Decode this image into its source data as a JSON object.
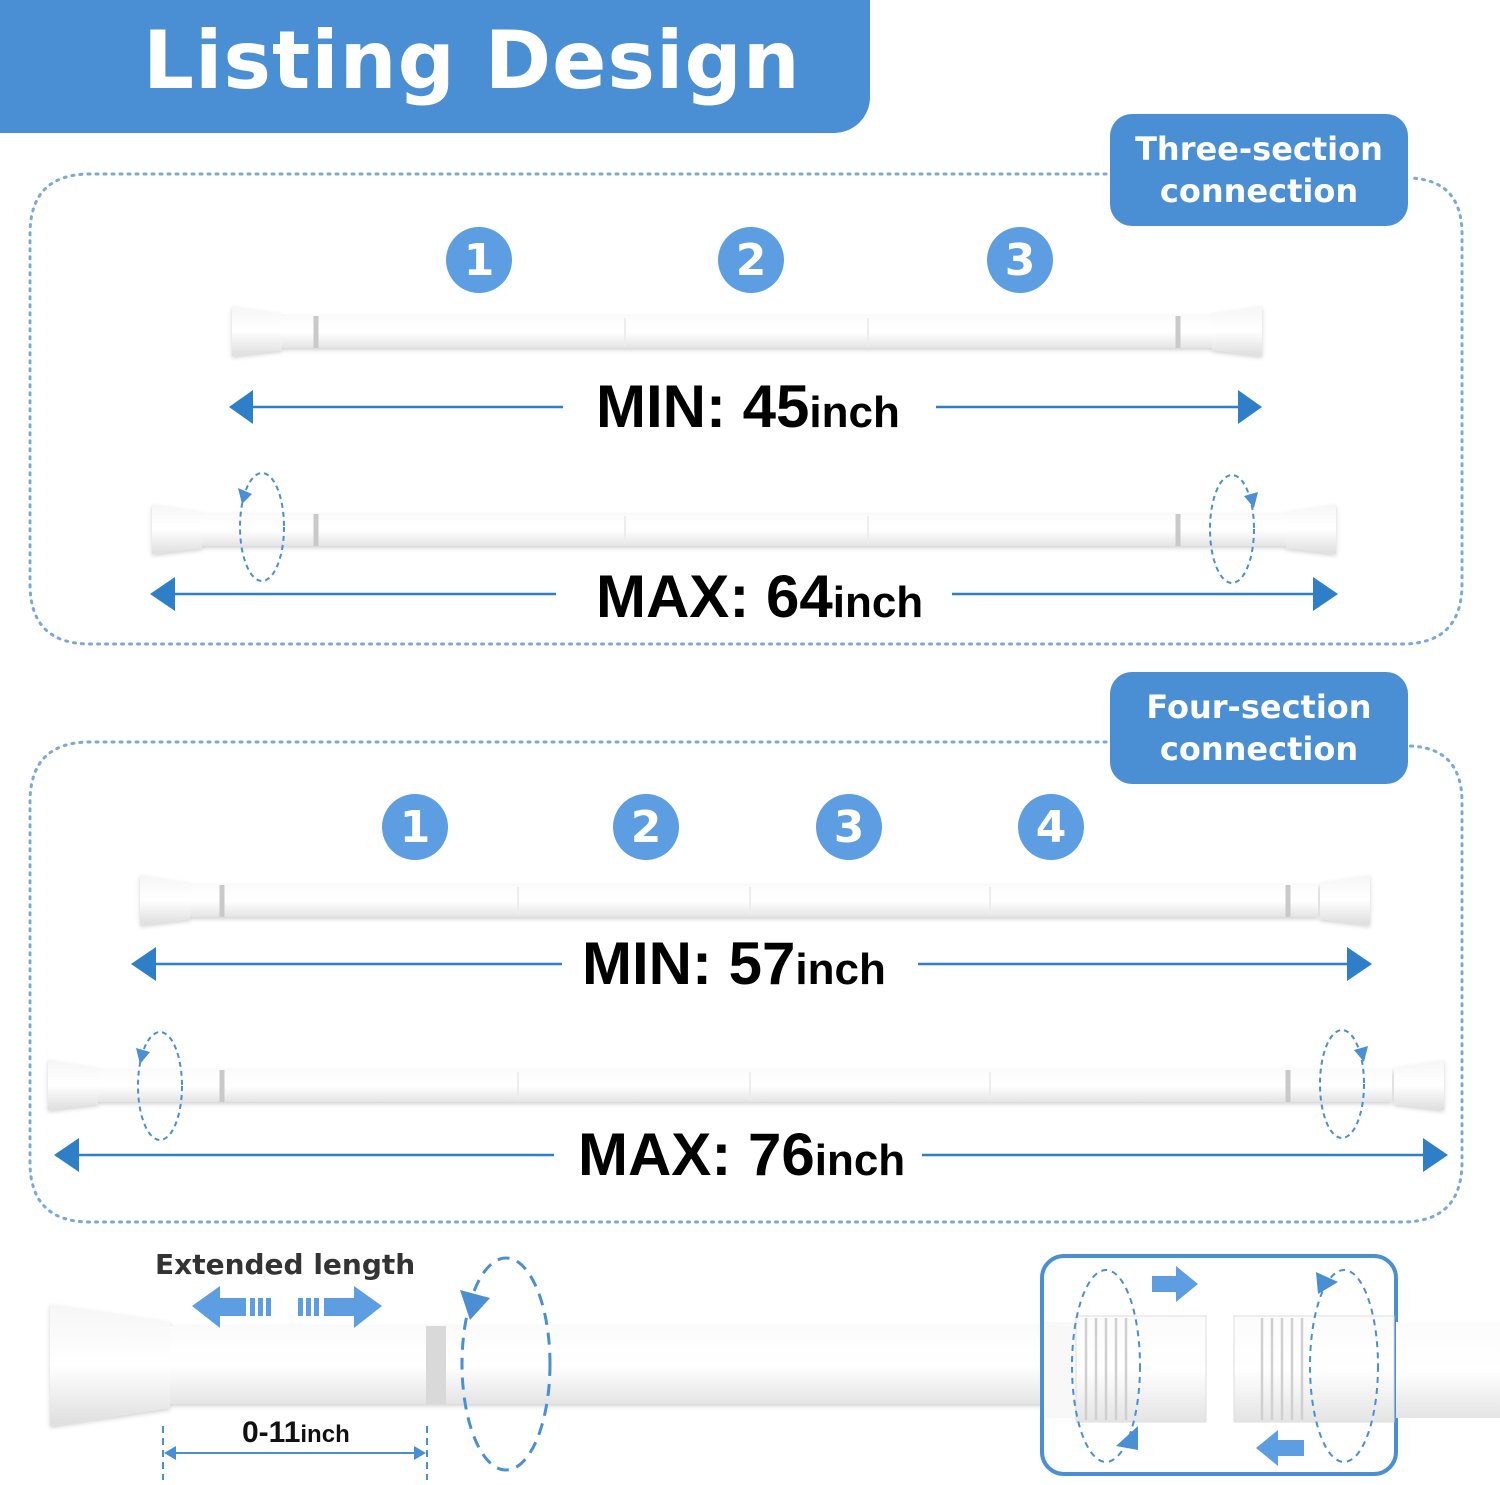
{
  "header": {
    "title": "Listing Design"
  },
  "accent_color": "#4a8fd4",
  "sections": [
    {
      "tag_line1": "Three-section",
      "tag_line2": "connection",
      "numbers": [
        "1",
        "2",
        "3"
      ],
      "min": {
        "label": "MIN: 45",
        "unit": "inch"
      },
      "max": {
        "label": "MAX: 64",
        "unit": "inch"
      }
    },
    {
      "tag_line1": "Four-section",
      "tag_line2": "connection",
      "numbers": [
        "1",
        "2",
        "3",
        "4"
      ],
      "min": {
        "label": "MIN: 57",
        "unit": "inch"
      },
      "max": {
        "label": "MAX: 76",
        "unit": "inch"
      }
    }
  ],
  "detail": {
    "extended_label": "Extended length",
    "range_value": "0-11",
    "range_unit": "inch"
  }
}
